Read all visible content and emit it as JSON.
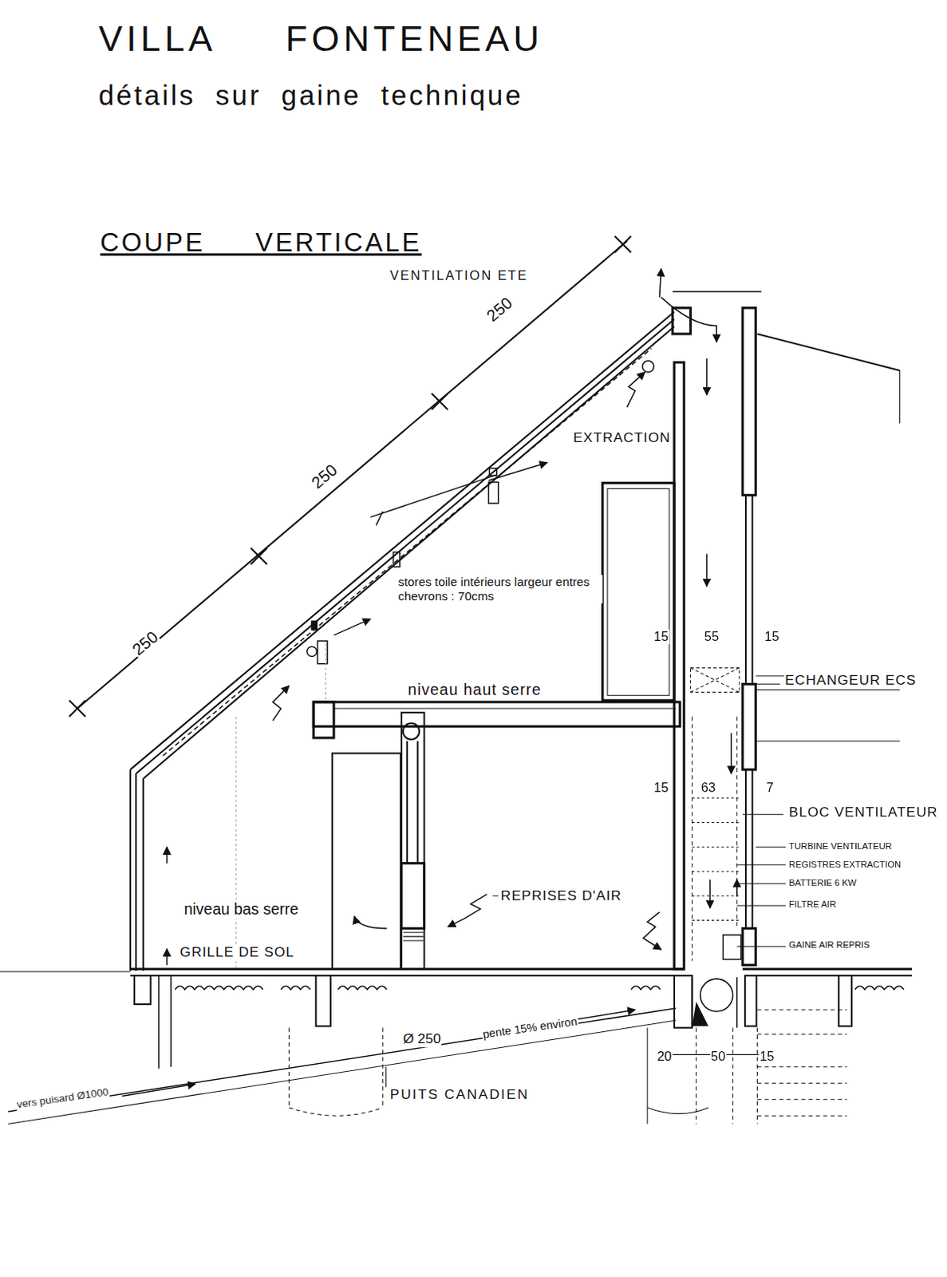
{
  "diagram": {
    "title": "VILLA FONTENEAU",
    "labels": [
      "détails sur gaine technique",
      "COUPE VERTICALE",
      "VENTILATION ETE",
      "250",
      "250",
      "250",
      "EXTRACTION",
      "stores toile intérieurs largeur entres chevrons : 70cms",
      "niveau haut serre",
      "15",
      "55",
      "15",
      "ECHANGEUR ECS",
      "15",
      "63",
      "7",
      "BLOC VENTILATEUR",
      "TURBINE VENTILATEUR",
      "REGISTRES EXTRACTION",
      "BATTERIE 6 KW",
      "FILTRE AIR",
      "GAINE AIR REPRIS",
      "REPRISES D'AIR",
      "niveau bas serre",
      "GRILLE DE SOL",
      "Ø 250",
      "pente 15% environ",
      "PUITS CANADIEN",
      "vers puisard Ø1000",
      "20",
      "50",
      "15"
    ]
  }
}
